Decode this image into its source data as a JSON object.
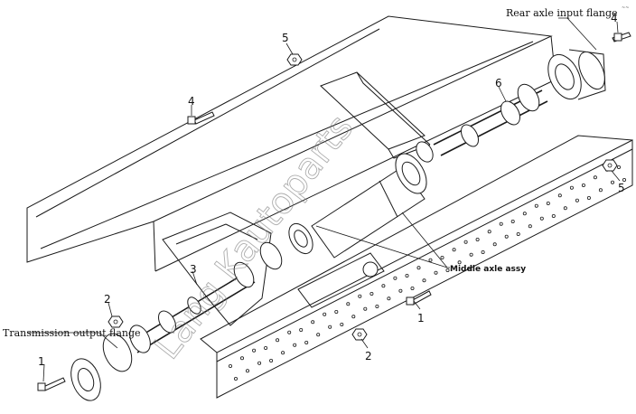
{
  "labels": {
    "rear_axle_input_flange": "Rear axle input flange",
    "transmission_output_flange": "Transmission output flange",
    "middle_axle_assy": "Middle axle assy"
  },
  "callouts": {
    "c1a": "1",
    "c1b": "1",
    "c2a": "2",
    "c2b": "2",
    "c3": "3",
    "c4a": "4",
    "c4b": "4",
    "c5a": "5",
    "c5b": "5",
    "c6": "6"
  },
  "watermark": "Lang Kautoparts",
  "corner_mark": "~~"
}
